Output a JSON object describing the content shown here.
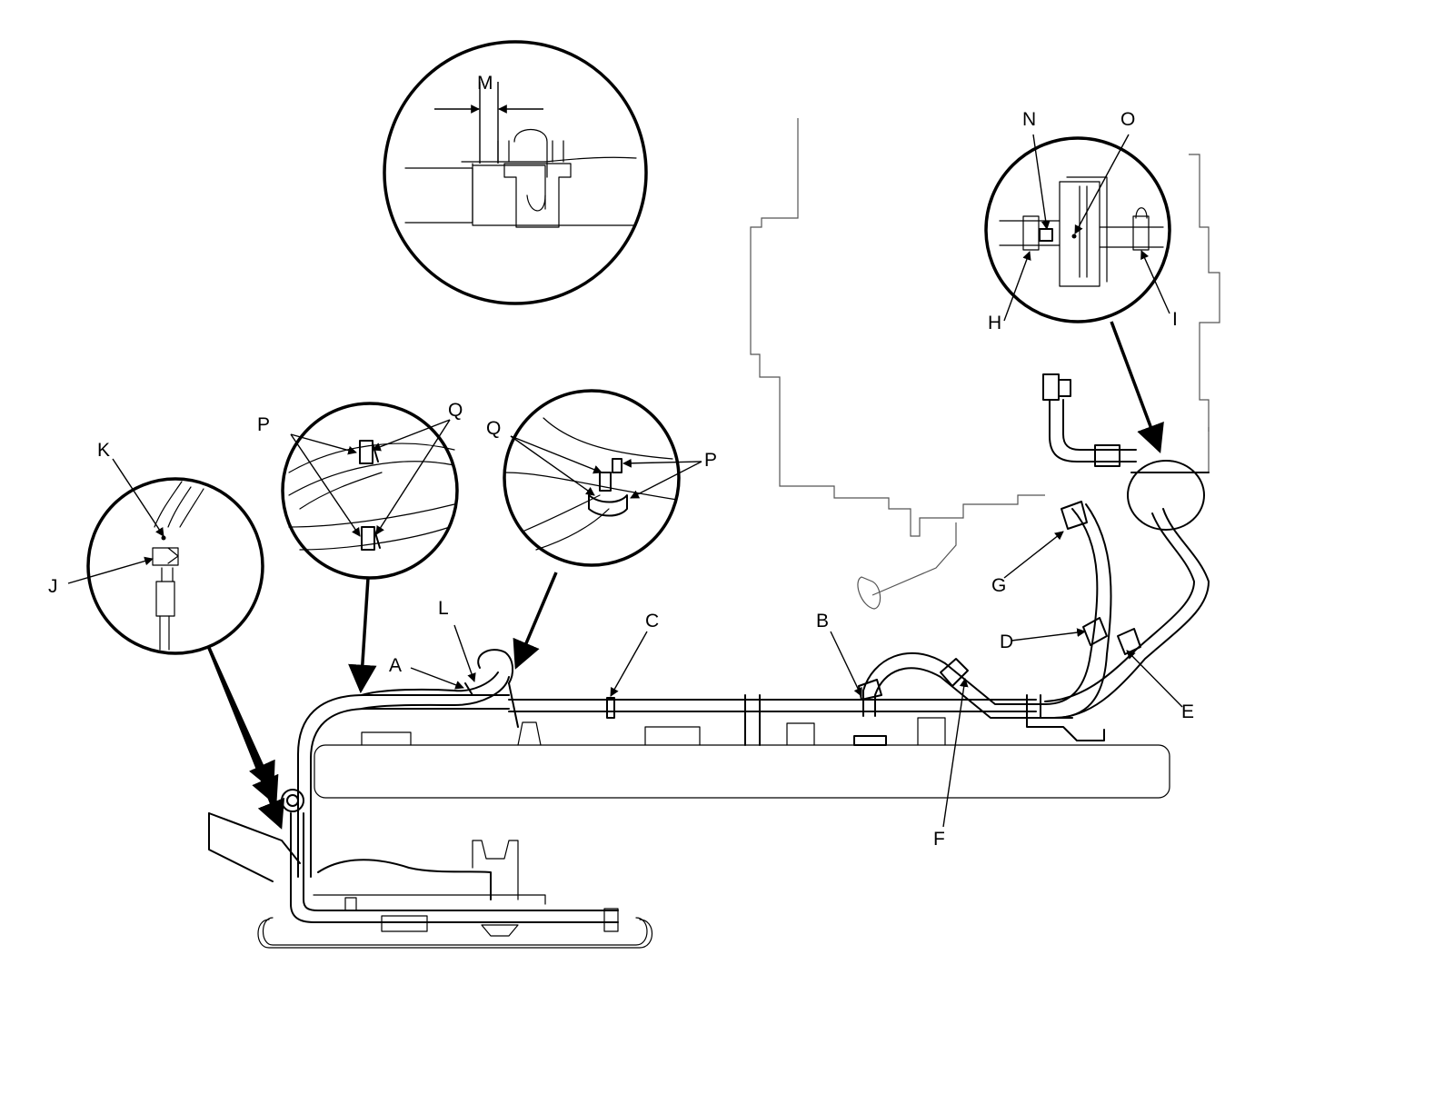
{
  "labels": {
    "A": "A",
    "B": "B",
    "C": "C",
    "D": "D",
    "E": "E",
    "F": "F",
    "G": "G",
    "H": "H",
    "I": "I",
    "J": "J",
    "K": "K",
    "L": "L",
    "M": "M",
    "N": "N",
    "O": "O",
    "P1": "P",
    "P2": "P",
    "Q1": "Q",
    "Q2": "Q"
  },
  "colors": {
    "line": "#000000",
    "background": "#ffffff",
    "engine_outline": "#555555"
  }
}
